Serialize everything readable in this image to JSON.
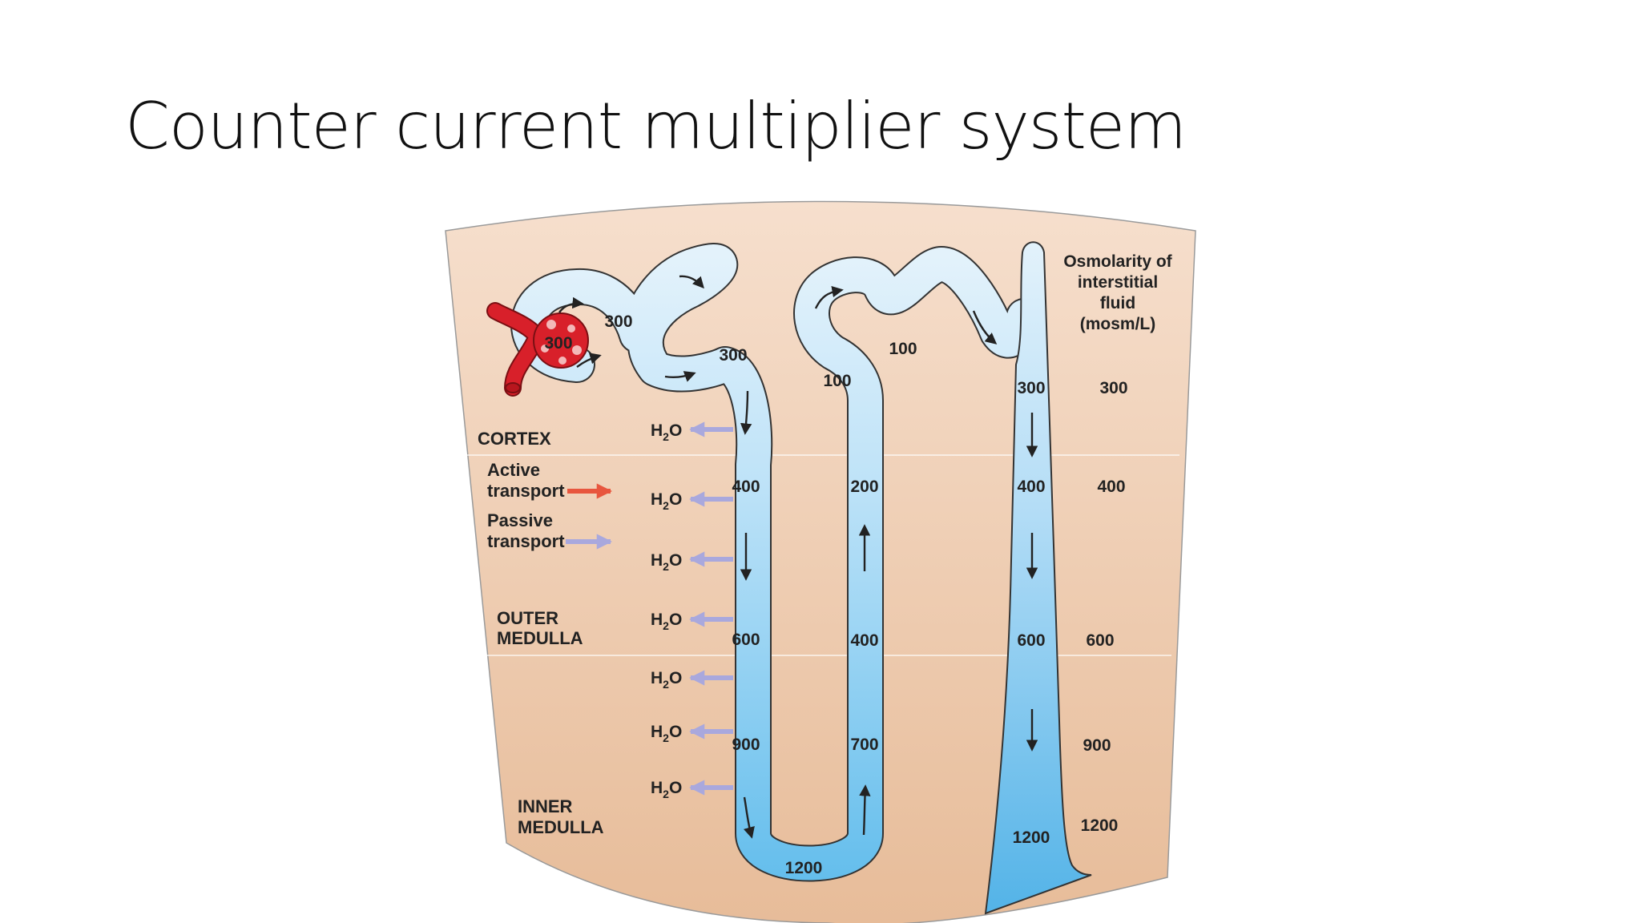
{
  "slide": {
    "title": "Counter current multiplier system"
  },
  "zones": {
    "cortex": "CORTEX",
    "outer_medulla": [
      "OUTER",
      "MEDULLA"
    ],
    "inner_medulla": [
      "INNER",
      "MEDULLA"
    ]
  },
  "legend": {
    "active": [
      "Active",
      "transport"
    ],
    "passive": [
      "Passive",
      "transport"
    ],
    "colors": {
      "active": "#e8563e",
      "passive": "#a9a8dd"
    }
  },
  "water_label": {
    "main": "H",
    "sub": "2",
    "end": "O"
  },
  "interstitial": {
    "header": [
      "Osmolarity of",
      "interstitial",
      "fluid",
      "(mosm/L)"
    ],
    "values": [
      "300",
      "400",
      "600",
      "900",
      "1200"
    ]
  },
  "tubule_values": {
    "glomerulus": "300",
    "proximal": [
      "300",
      "300"
    ],
    "descending": [
      "400",
      "600",
      "900"
    ],
    "bend": "1200",
    "ascending": [
      "700",
      "400",
      "200",
      "100"
    ],
    "distal": "100",
    "collecting": [
      "300",
      "400",
      "600",
      "1200"
    ]
  },
  "colors": {
    "background_top": "#f6dfcd",
    "background_bottom": "#e7bc99",
    "tubule_light": "#e3f2fb",
    "tubule_deep": "#62bdec",
    "vessel": "#d8202a"
  }
}
